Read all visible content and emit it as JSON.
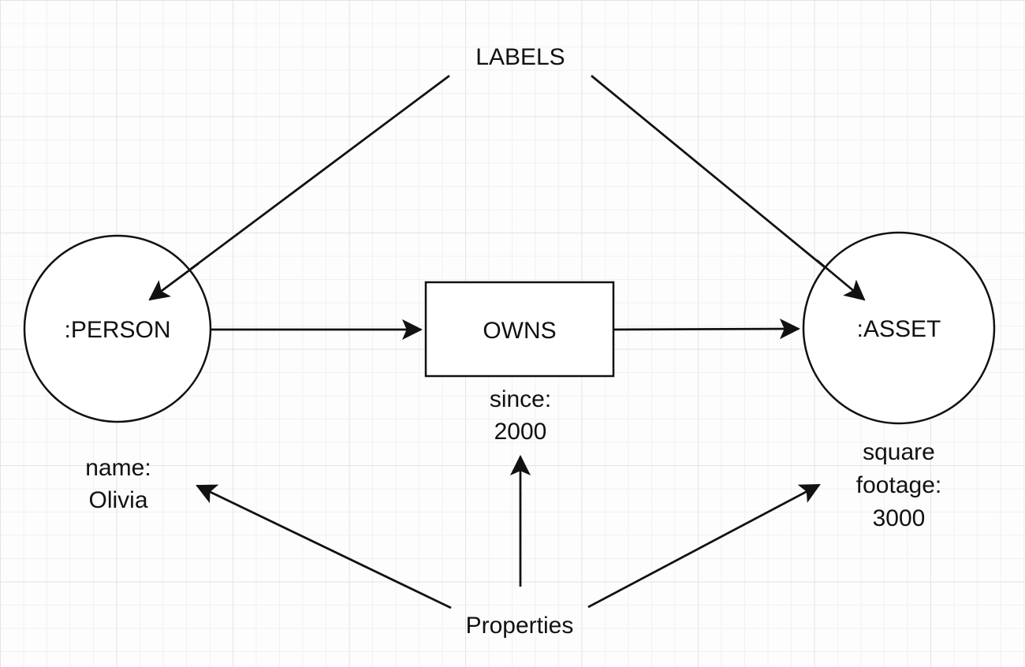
{
  "colors": {
    "ink": "#111111",
    "background": "#fdfdfd",
    "grid_minor": "#f1f1f5",
    "grid_major": "#e4e4e9"
  },
  "diagram": {
    "annotations": {
      "labels": "LABELS",
      "properties": "Properties"
    },
    "nodes": {
      "person": {
        "label": ":PERSON"
      },
      "asset": {
        "label": ":ASSET"
      }
    },
    "relationship": {
      "label": "OWNS"
    },
    "properties": {
      "person": [
        "name:",
        "Olivia"
      ],
      "relationship": [
        "since:",
        "2000"
      ],
      "asset": [
        "square",
        "footage:",
        "3000"
      ]
    }
  }
}
